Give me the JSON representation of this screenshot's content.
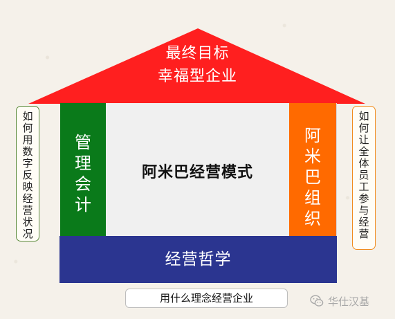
{
  "roof": {
    "line1": "最终目标",
    "line2": "幸福型企业",
    "color": "#ff1f1f"
  },
  "left_note": {
    "chars": [
      "如",
      "何",
      "用",
      "数",
      "字",
      "反",
      "映",
      "经",
      "营",
      "状",
      "况"
    ]
  },
  "right_note": {
    "chars": [
      "如",
      "何",
      "让",
      "全",
      "体",
      "员",
      "工",
      "参",
      "与",
      "经",
      "营"
    ]
  },
  "left_pillar": {
    "chars": [
      "管",
      "理",
      "会",
      "计"
    ],
    "color": "#0a7a1a"
  },
  "right_pillar": {
    "chars": [
      "阿",
      "米",
      "巴",
      "组",
      "织"
    ],
    "color": "#ff6a00"
  },
  "center": {
    "label": "阿米巴经营模式"
  },
  "foundation": {
    "label": "经营哲学",
    "color": "#2b3590"
  },
  "caption": {
    "label": "用什么理念经营企业"
  },
  "watermark": {
    "icon": "wechat-icon",
    "text": "华仕汉基"
  }
}
